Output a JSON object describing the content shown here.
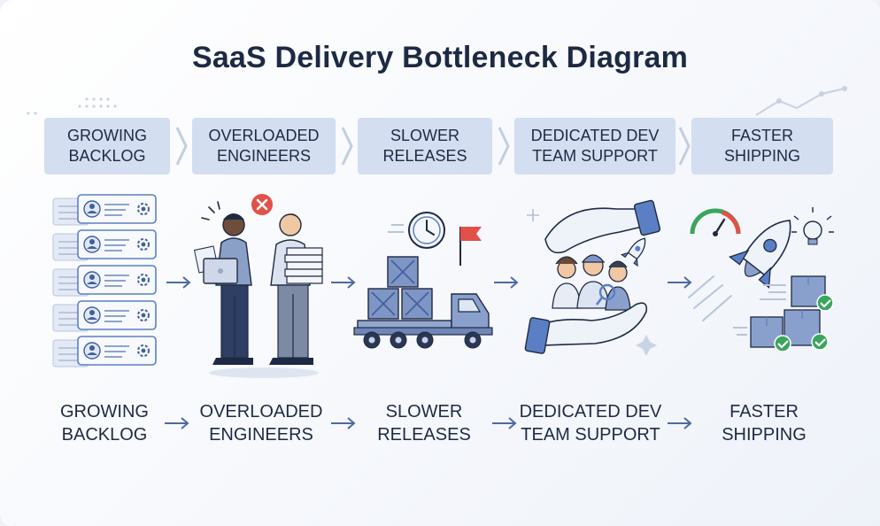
{
  "title": "SaaS Delivery Bottleneck Diagram",
  "steps": [
    {
      "label": "GROWING\nBACKLOG"
    },
    {
      "label": "OVERLOADED\nENGINEERS"
    },
    {
      "label": "SLOWER\nRELEASES"
    },
    {
      "label": "DEDICATED DEV\nTEAM SUPPORT"
    },
    {
      "label": "FASTER\nSHIPPING"
    }
  ],
  "colors": {
    "ink": "#1e2a44",
    "step_fill": "#d3def0",
    "accent_blue": "#5b7fc4",
    "danger_red": "#e2504a",
    "success_green": "#3aa55d"
  }
}
